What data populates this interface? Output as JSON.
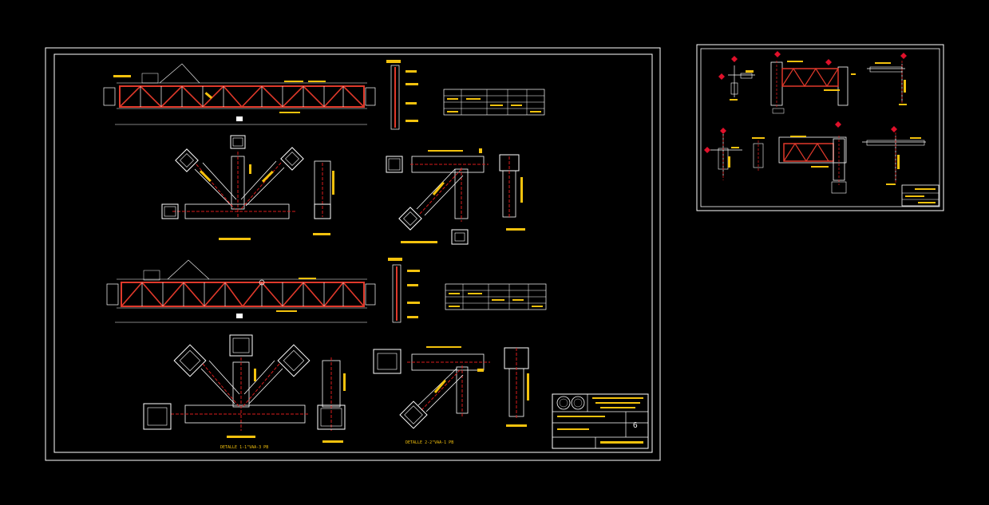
{
  "colors": {
    "background": "#000000",
    "frame": "#ffffff",
    "truss_member": "#e0392b",
    "annotation": "#f4c20d",
    "centerline": "#d81b1b",
    "marker": "#e0102a"
  },
  "sheet_main": {
    "detail_label_1": "DETALLE 1-1\"VAA-3 PB",
    "detail_label_2": "DETALLE 2-2\"VAA-1 PB",
    "sheet_number": "6"
  },
  "sheet_secondary": {}
}
